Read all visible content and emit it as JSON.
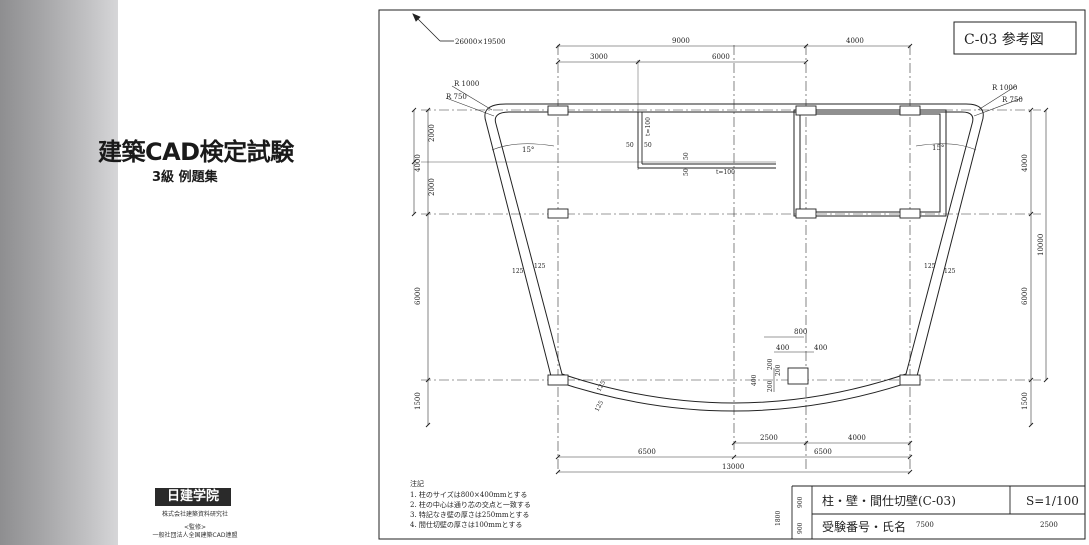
{
  "cover": {
    "title": "建築CAD検定試験",
    "subtitle": "3級 例題集",
    "logo": "日建学院",
    "publisher": "株式会社建築資料研究社",
    "supervisor_label": "<監修>",
    "supervisor": "一般社団法人全国建築CAD連盟"
  },
  "drawing": {
    "ref_label": "C-03 参考図",
    "site_size": "26000×19500",
    "dims": {
      "top_9000": "9000",
      "top_4000": "4000",
      "top_3000": "3000",
      "top_6000": "6000",
      "left_2000a": "2000",
      "left_2000b": "2000",
      "left_4000": "4000",
      "left_6000": "6000",
      "left_1500": "1500",
      "right_4000": "4000",
      "right_6000": "6000",
      "right_10000": "10000",
      "right_1500": "1500",
      "bot_2500": "2500",
      "bot_4000": "4000",
      "bot_6500a": "6500",
      "bot_6500b": "6500",
      "bot_13000": "13000",
      "col_800": "800",
      "col_400a": "400",
      "col_400b": "400",
      "col_400c": "400",
      "col_200a": "200",
      "col_200b": "200",
      "col_200c": "200"
    },
    "radii": {
      "r1000_left": "R 1000",
      "r750_left": "R 750",
      "r1000_right": "R 1000",
      "r750_right": "R 750"
    },
    "angles": {
      "left": "15°",
      "right": "15°"
    },
    "wall_marks": {
      "w125a": "125",
      "w125b": "125",
      "w125c": "125",
      "w125d": "125",
      "w125e": "125",
      "w125f": "125"
    },
    "partition": {
      "t100_vert": "t=100",
      "t100_horiz": "t=100",
      "d50a": "50",
      "d50b": "50",
      "d50c": "50",
      "d50d": "50"
    },
    "notes": {
      "heading": "注記",
      "items": [
        "1. 柱のサイズは800×400mmとする",
        "2. 柱の中心は通り芯の交点と一致する",
        "3. 特記なき壁の厚さは250mmとする",
        "4. 間仕切壁の厚さは100mmとする"
      ]
    },
    "title_block": {
      "title": "柱・壁・間仕切壁(C-03)",
      "scale": "S=1/100",
      "examinee": "受験番号・氏名",
      "dim_7500": "7500",
      "dim_2500": "2500",
      "dim_1800": "1800",
      "dim_900a": "900",
      "dim_900b": "900"
    }
  }
}
